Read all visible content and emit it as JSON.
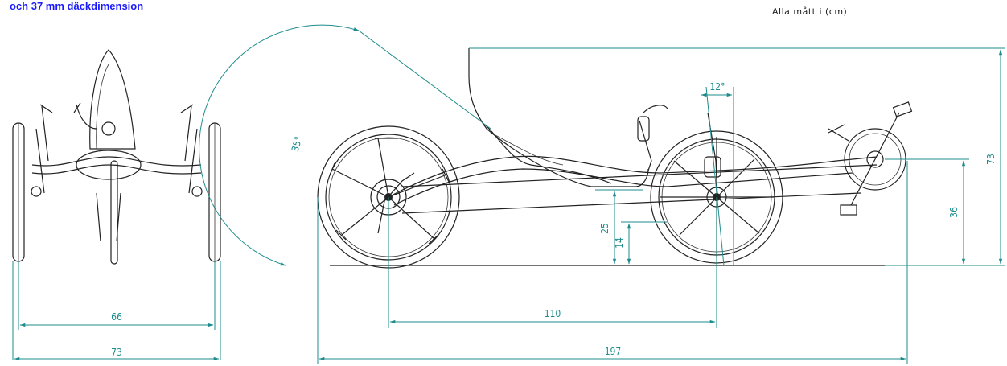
{
  "caption": {
    "line2": "och 37 mm däckdimension"
  },
  "units_note": "Alla mått i (cm)",
  "colors": {
    "caption": "#1a1aff",
    "dimension": "#1e8c8c",
    "drawing": "#222222"
  },
  "front_view": {
    "dim_track_inner": "66",
    "dim_track_outer": "73"
  },
  "side_view": {
    "dim_seat_angle": "35°",
    "dim_steer_angle": "12°",
    "dim_total_height": "73",
    "dim_bb_height": "36",
    "dim_seat_height": "25",
    "dim_ground_clearance": "14",
    "dim_wheelbase": "110",
    "dim_total_length": "197"
  }
}
